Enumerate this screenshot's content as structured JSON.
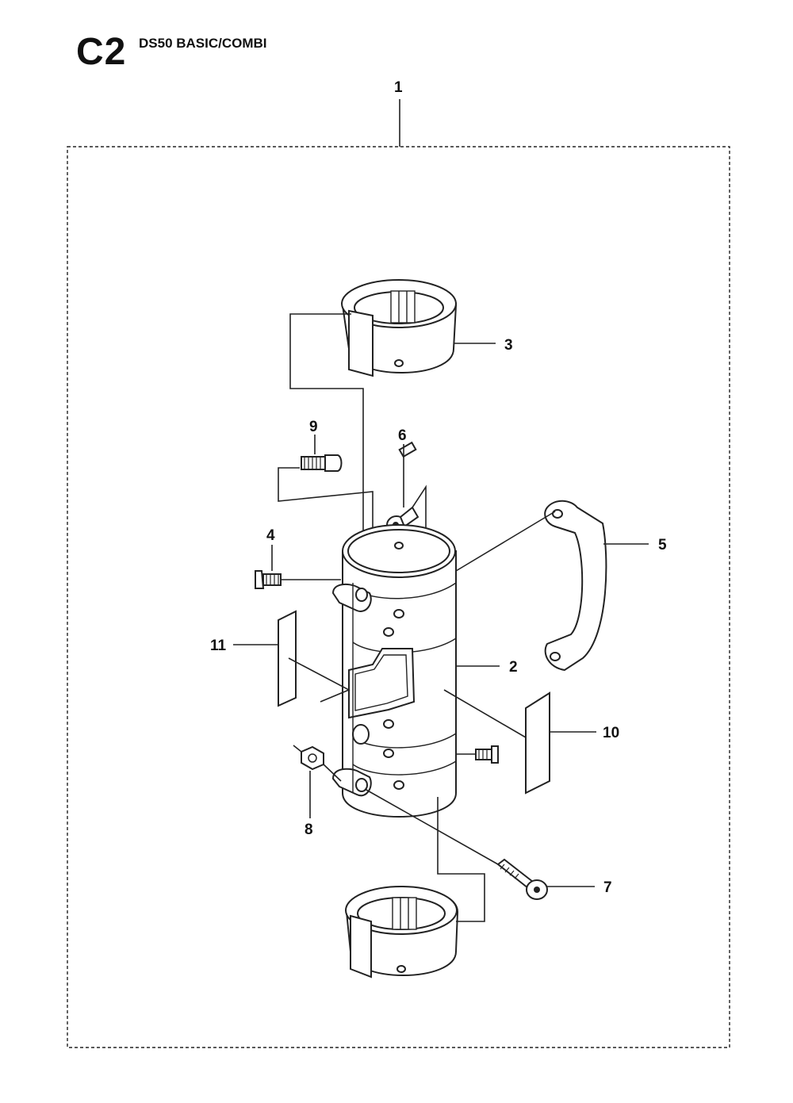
{
  "header": {
    "code": "C2",
    "model": "DS50 BASIC/COMBI"
  },
  "callouts": {
    "c1": "1",
    "c2": "2",
    "c3": "3",
    "c4": "4",
    "c5": "5",
    "c6": "6",
    "c7": "7",
    "c8": "8",
    "c9": "9",
    "c10": "10",
    "c11": "11"
  }
}
